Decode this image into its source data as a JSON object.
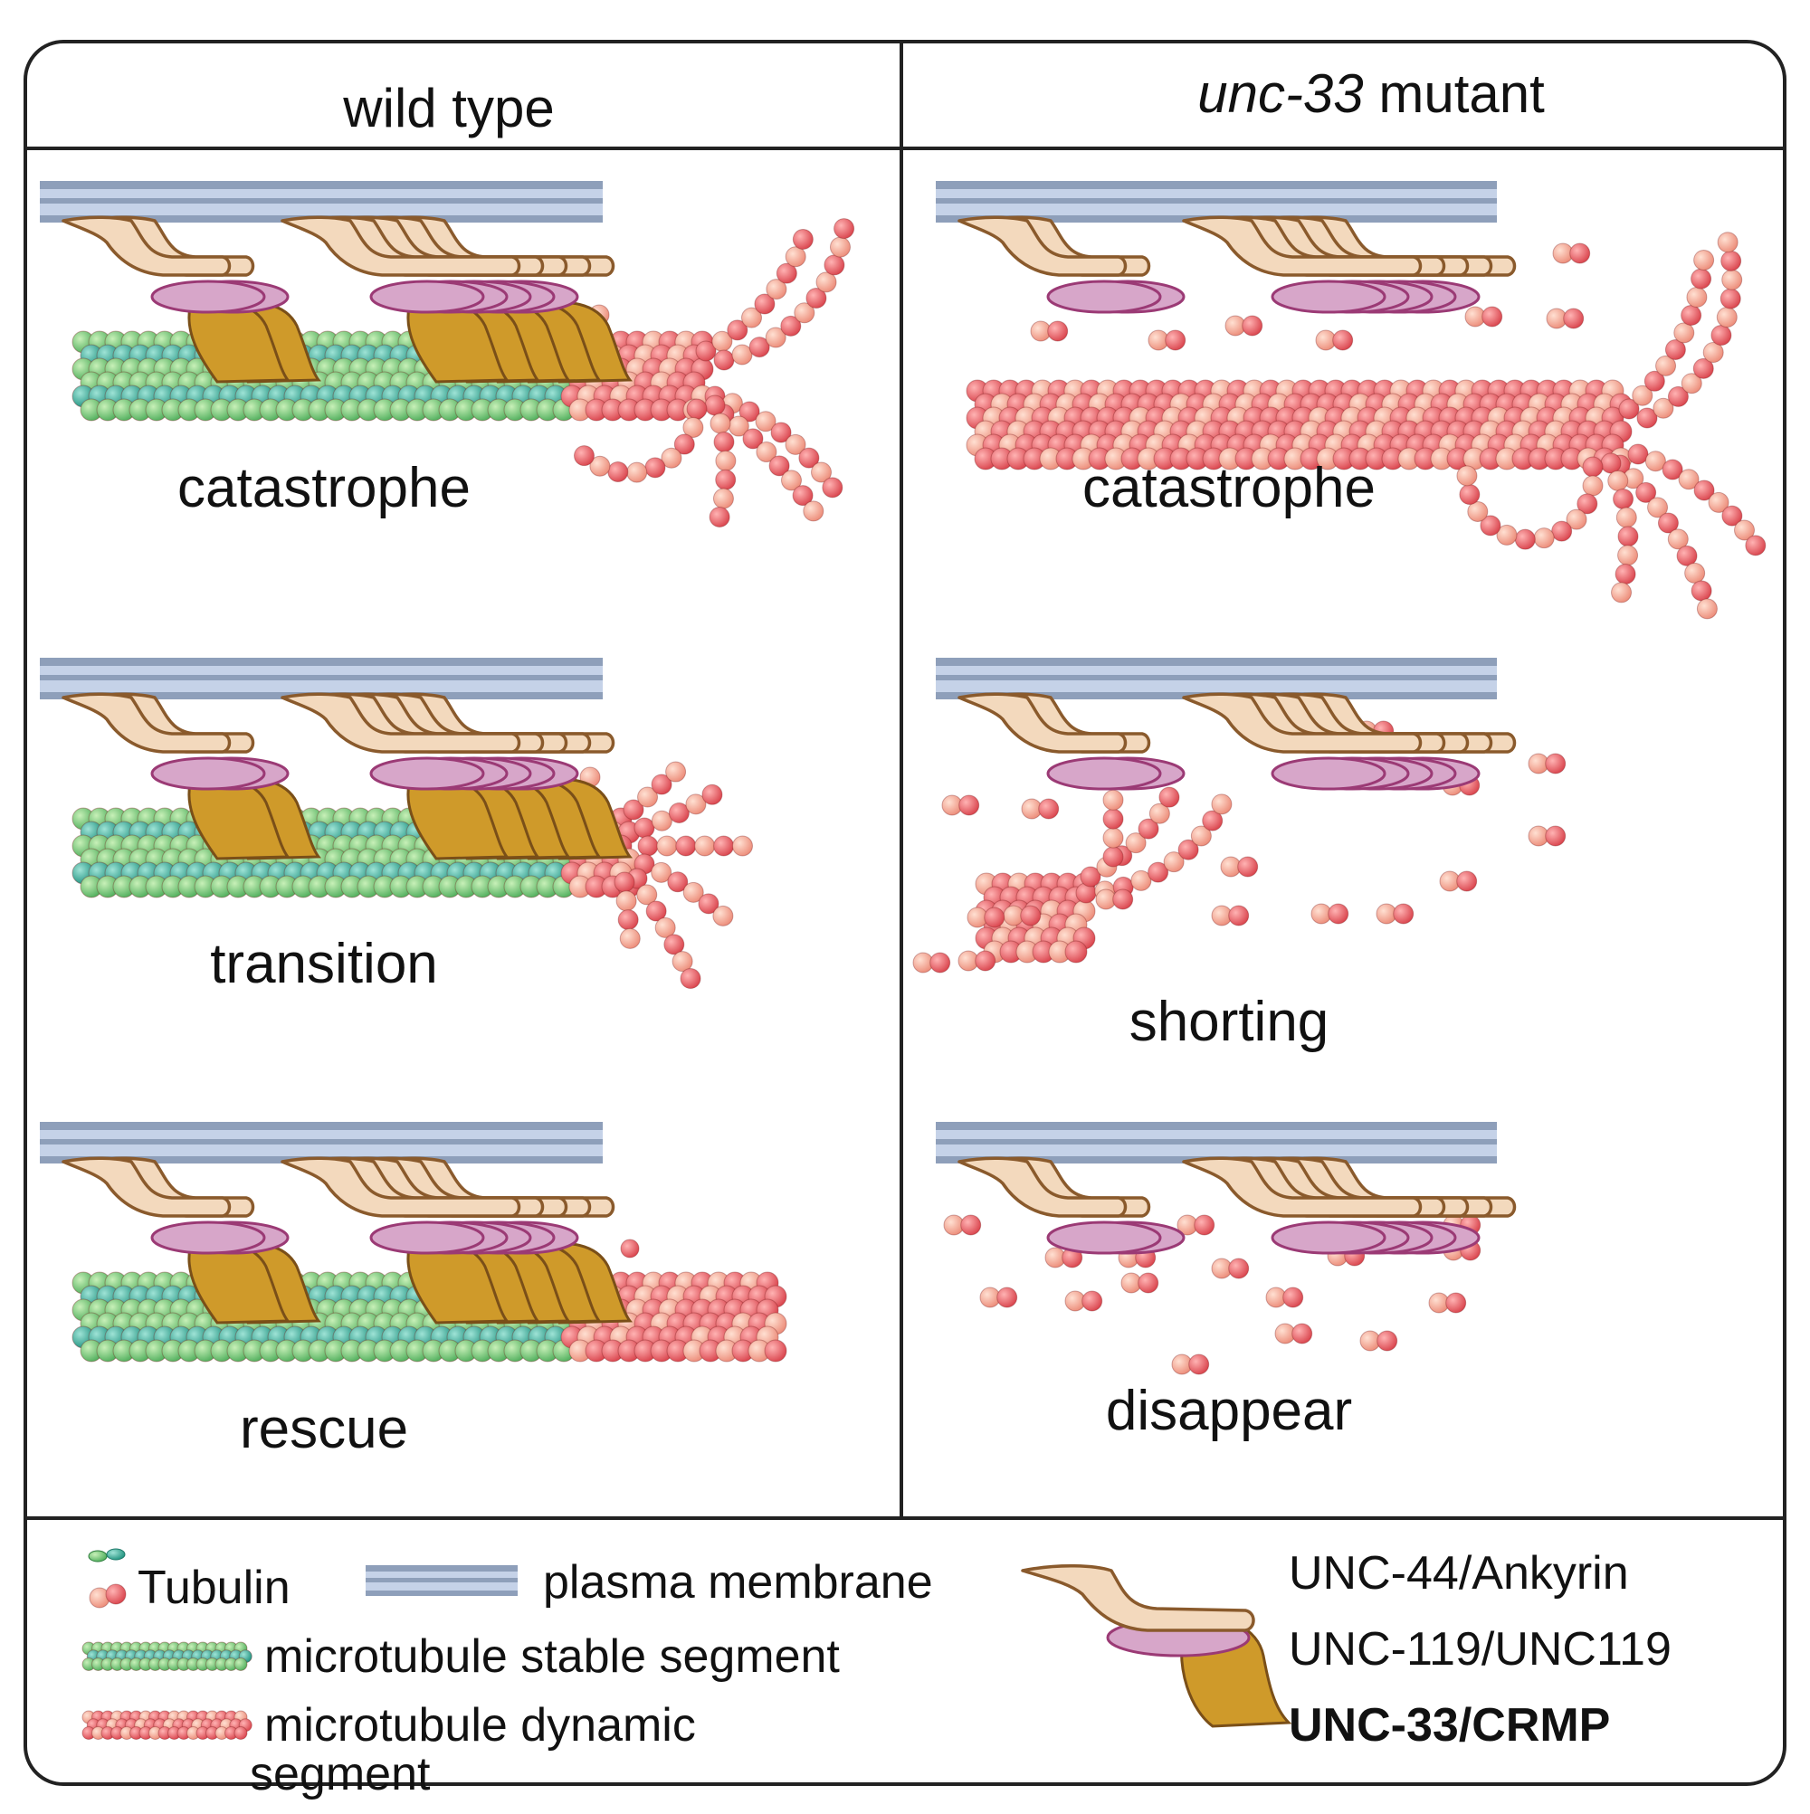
{
  "header": {
    "left": "wild type",
    "right_italic": "unc-33",
    "right_rest": " mutant"
  },
  "panels": {
    "wt_1": "catastrophe",
    "wt_2": "transition",
    "wt_3": "rescue",
    "mut_1": "catastrophe",
    "mut_2": "shorting",
    "mut_3": "disappear"
  },
  "legend": {
    "tubulin": "Tubulin",
    "membrane": "plasma membrane",
    "stable": "microtubule stable segment",
    "dynamic_line1": "microtubule dynamic",
    "dynamic_line2": "segment",
    "ankyrin": "UNC-44/Ankyrin",
    "unc119": "UNC-119/UNC119",
    "crmp": "UNC-33/CRMP"
  },
  "colors": {
    "membrane_light": "#c5d2e8",
    "membrane_dark": "#8e9fba",
    "stable_green": "#5fbf6e",
    "stable_teal": "#2aa592",
    "dynamic_red": "#e35d63",
    "dynamic_pink": "#f3a08f",
    "ankyrin_fill": "#f3d9bd",
    "ankyrin_stroke": "#8a5a2c",
    "unc119_fill": "#d7a6c9",
    "unc119_stroke": "#9b3a75",
    "crmp_fill": "#cf9a2a",
    "crmp_stroke": "#7a4f18"
  }
}
